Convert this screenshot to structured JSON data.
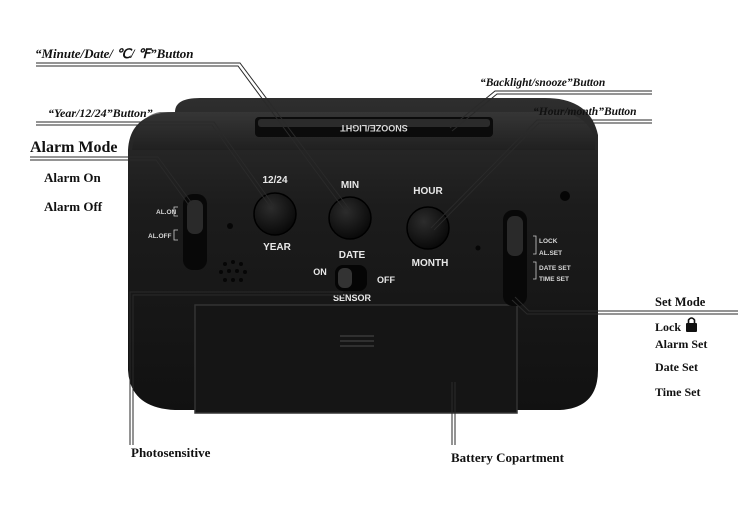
{
  "callouts": {
    "minute_button": "“Minute/Date/ ℃/ ℉”Button",
    "backlight_button": "“Backlight/snooze”Button",
    "year_button": "“Year/12/24”Button”",
    "hour_button": "“Hour/month”Button",
    "photosensitive": "Photosensitive",
    "battery": "Battery Copartment"
  },
  "alarm_mode": {
    "title": "Alarm Mode",
    "on": "Alarm On",
    "off": "Alarm Off"
  },
  "set_mode": {
    "title": "Set Mode",
    "lock": "Lock",
    "alarm_set": "Alarm Set",
    "date_set": "Date Set",
    "time_set": "Time Set"
  },
  "clock_labels": {
    "top_bar": "SNOOZE/LIGHT",
    "button_left_top": "12/24",
    "button_left_bottom": "YEAR",
    "button_mid_top": "MIN",
    "button_mid_bottom": "DATE",
    "button_right_top": "HOUR",
    "button_right_bottom": "MONTH",
    "sensor_on": "ON",
    "sensor_off": "OFF",
    "sensor": "SENSOR",
    "left_switch_on": "AL.ON",
    "left_switch_off": "AL.OFF",
    "right_lock": "LOCK",
    "right_alset": "AL.SET",
    "right_dateset": "DATE SET",
    "right_timeset": "TIME SET"
  },
  "colors": {
    "body": "#1b1b1b",
    "leader": "#2a2a2a"
  }
}
